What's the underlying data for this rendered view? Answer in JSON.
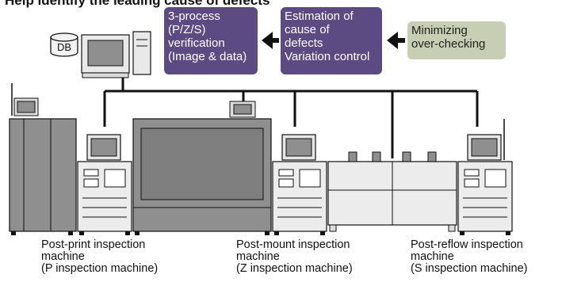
{
  "title": "Help identify the leading cause of defects",
  "db_label": "DB",
  "process_boxes": [
    {
      "id": "verification",
      "text": "3-process\n(P/Z/S)\nverification\n(Image & data)"
    },
    {
      "id": "estimation",
      "text": "Estimation of\ncause of\ndefects\nVariation control"
    },
    {
      "id": "minimizing",
      "text": "Minimizing\nover-checking"
    }
  ],
  "machine_captions": [
    {
      "id": "p",
      "text": "Post-print inspection\nmachine\n(P inspection machine)"
    },
    {
      "id": "z",
      "text": "Post-mount inspection\nmachine\n(Z inspection machine)"
    },
    {
      "id": "s",
      "text": "Post-reflow inspection\nmachine\n(S inspection machine)"
    }
  ],
  "colors": {
    "process_box": "#5c4b83",
    "minimize_box": "#c8ceb4",
    "machine_dark": "#8a8a8a",
    "machine_light": "#e6e6e6"
  }
}
